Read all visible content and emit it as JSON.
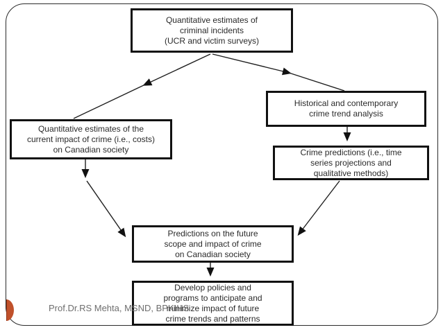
{
  "slide": {
    "footer_credit": "Prof.Dr.RS Mehta, MSND, BPKIHS",
    "colors": {
      "background": "#ffffff",
      "frame_border": "#2a2a2a",
      "node_border": "#111111",
      "connector": "#1f1f1f",
      "accent": "#c0512b",
      "footer_text": "#6e6e6e"
    }
  },
  "flowchart": {
    "nodes": [
      {
        "id": "quant-incidents",
        "lines": [
          "Quantitative estimates of",
          "criminal incidents",
          "(UCR and victim surveys)"
        ]
      },
      {
        "id": "historical-trend",
        "lines": [
          "Historical and contemporary",
          "crime trend analysis"
        ]
      },
      {
        "id": "current-impact",
        "lines": [
          "Quantitative estimates of the",
          "current impact of crime (i.e., costs)",
          "on Canadian society"
        ]
      },
      {
        "id": "crime-predictions",
        "lines": [
          "Crime predictions (i.e., time",
          "series projections and",
          "qualitative methods)"
        ]
      },
      {
        "id": "future-predictions",
        "lines": [
          "Predictions on the future",
          "scope and impact of crime",
          "on Canadian society"
        ]
      },
      {
        "id": "develop-policies",
        "lines": [
          "Develop policies and",
          "programs to anticipate and",
          "minimize impact of future",
          "crime trends and patterns"
        ]
      }
    ],
    "edges": [
      {
        "from": "quant-incidents",
        "to": "current-impact"
      },
      {
        "from": "quant-incidents",
        "to": "historical-trend"
      },
      {
        "from": "historical-trend",
        "to": "crime-predictions"
      },
      {
        "from": "current-impact",
        "to": "future-predictions"
      },
      {
        "from": "crime-predictions",
        "to": "future-predictions"
      },
      {
        "from": "future-predictions",
        "to": "develop-policies"
      }
    ]
  }
}
